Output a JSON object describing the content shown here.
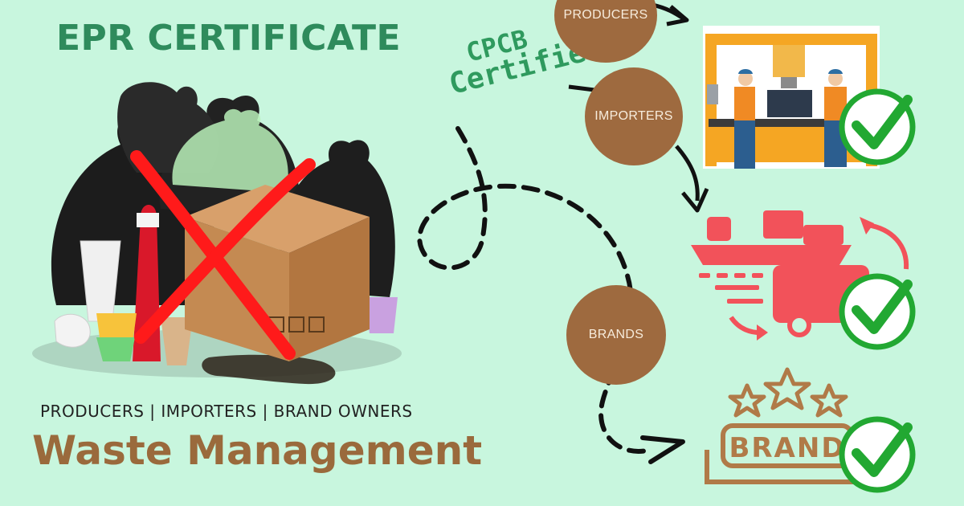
{
  "texts": {
    "title": "EPR CERTIFICATE",
    "cpcb_line1": "CPCB",
    "cpcb_line2": "Certified",
    "subtitle": "PRODUCERS | IMPORTERS | BRAND OWNERS",
    "headline": "Waste Management",
    "circle_producers": "PRODUCERS",
    "circle_importers": "IMPORTERS",
    "circle_brands": "BRANDS",
    "brand_sign": "BRAND"
  },
  "icons": [
    "garbage-bags-icon",
    "cardboard-box-icon",
    "red-cross-icon",
    "factory-workers-icon",
    "delivery-truck-icon",
    "brand-stars-icon",
    "checkmark-icon"
  ],
  "colors": {
    "background": "#c8f6de",
    "title_green": "#2e8b5c",
    "brown": "#9e6a3f",
    "headline_brown": "#9a6a3c",
    "cross_red": "#ff1a1a",
    "check_green": "#22a832",
    "truck_red": "#f2525a",
    "factory_orange": "#f5a623"
  }
}
